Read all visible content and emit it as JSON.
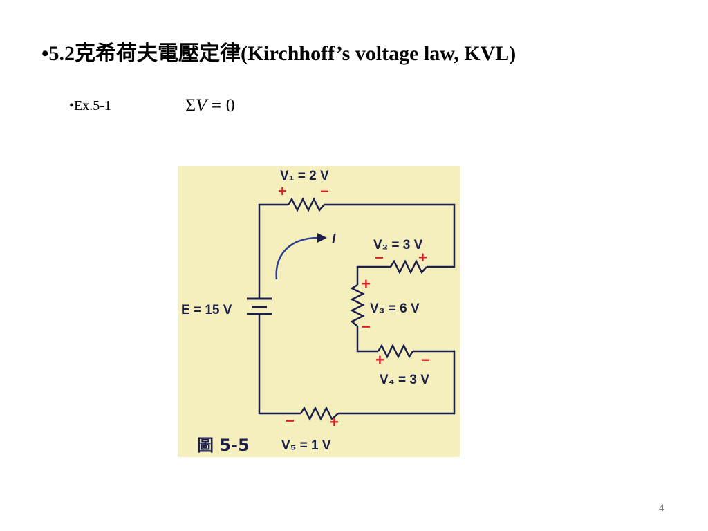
{
  "slide": {
    "title": "•5.2克希荷夫電壓定律(Kirchhoff’s voltage law, KVL)",
    "example": "•Ex.5-1",
    "formula": {
      "sigma": "Σ",
      "var": "V",
      "rest": " = 0"
    },
    "page_number": "4"
  },
  "figure": {
    "caption": "圖 5-5",
    "current_label": "I",
    "source_label": "E = 15 V",
    "resistors": [
      {
        "label": "V₁ = 2 V",
        "left_sign": "+",
        "right_sign": "−"
      },
      {
        "label": "V₂ = 3 V",
        "left_sign": "−",
        "right_sign": "+"
      },
      {
        "label": "V₃ = 6 V",
        "top_sign": "+",
        "bottom_sign": "−"
      },
      {
        "label": "V₄ = 3 V",
        "left_sign": "+",
        "right_sign": "−"
      },
      {
        "label": "V₅ = 1 V",
        "left_sign": "−",
        "right_sign": "+"
      }
    ],
    "colors": {
      "background": "#f4efbd",
      "wire": "#1b1f4a",
      "sign": "#d8202a",
      "arrow": "#2a3f8f"
    }
  }
}
